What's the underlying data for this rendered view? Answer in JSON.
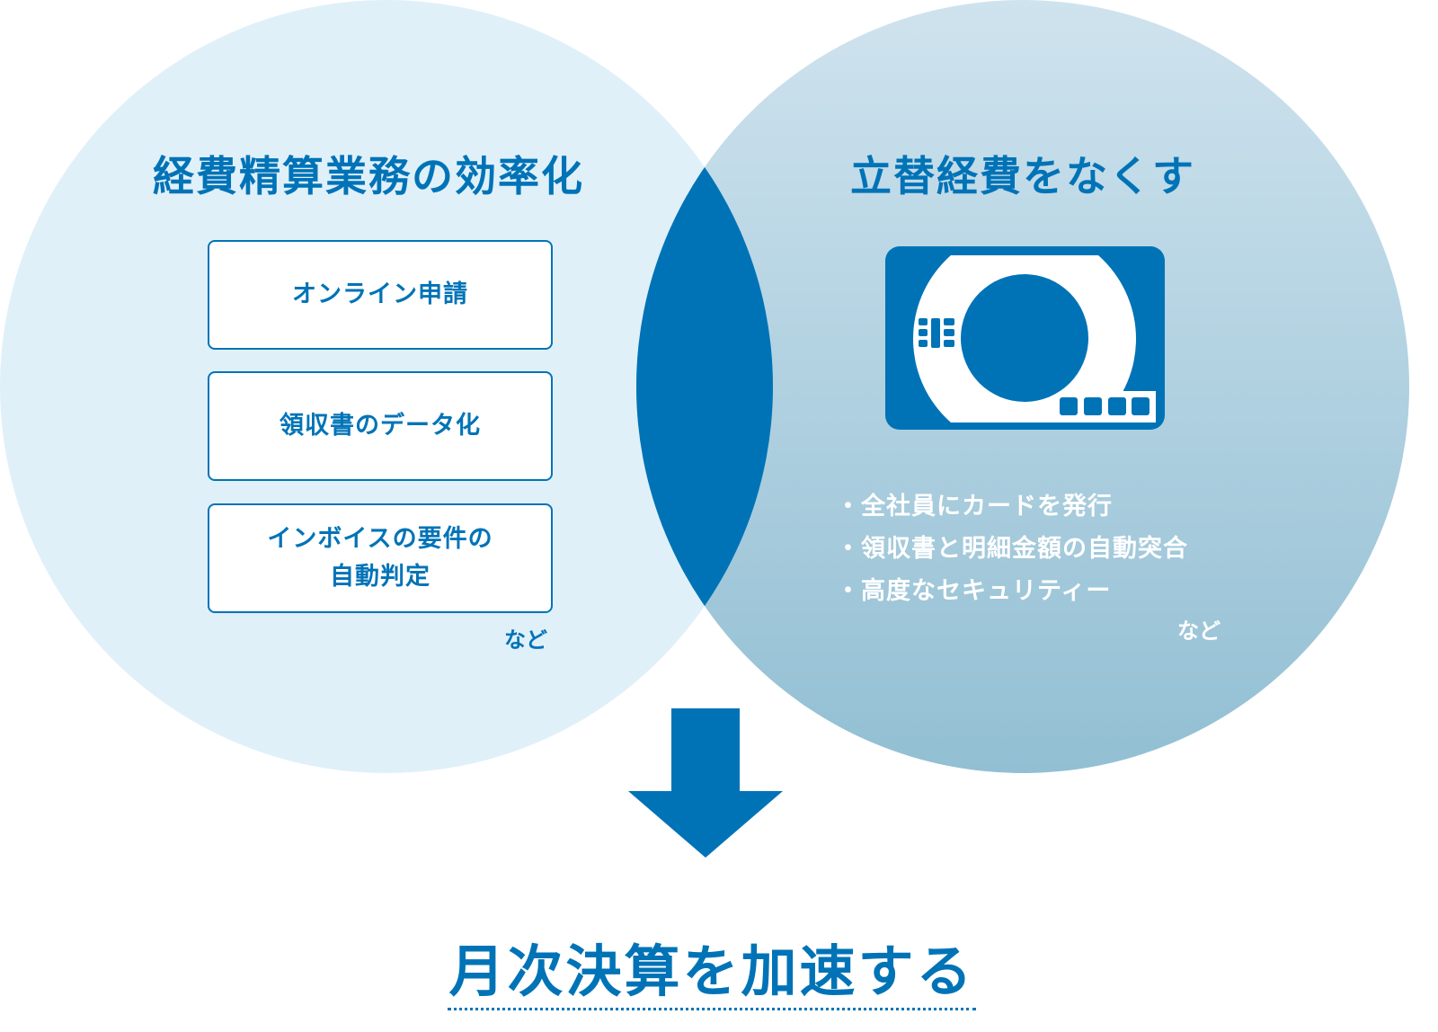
{
  "left": {
    "title": "経費精算業務の効率化",
    "items": [
      "オンライン申請",
      "領収書のデータ化",
      "インボイスの要件の\n自動判定"
    ],
    "etc": "など"
  },
  "right": {
    "title": "立替経費をなくす",
    "icon": "credit-card-icon",
    "bullets": [
      "・全社員にカードを発行",
      "・領収書と明細金額の自動突合",
      "・高度なセキュリティー"
    ],
    "etc": "など"
  },
  "result": "月次決算を加速する",
  "colors": {
    "accent": "#0073b7",
    "left_circle": "#e0f0f9",
    "right_top": "#cfe3ee",
    "right_bottom": "#92bfd3"
  }
}
